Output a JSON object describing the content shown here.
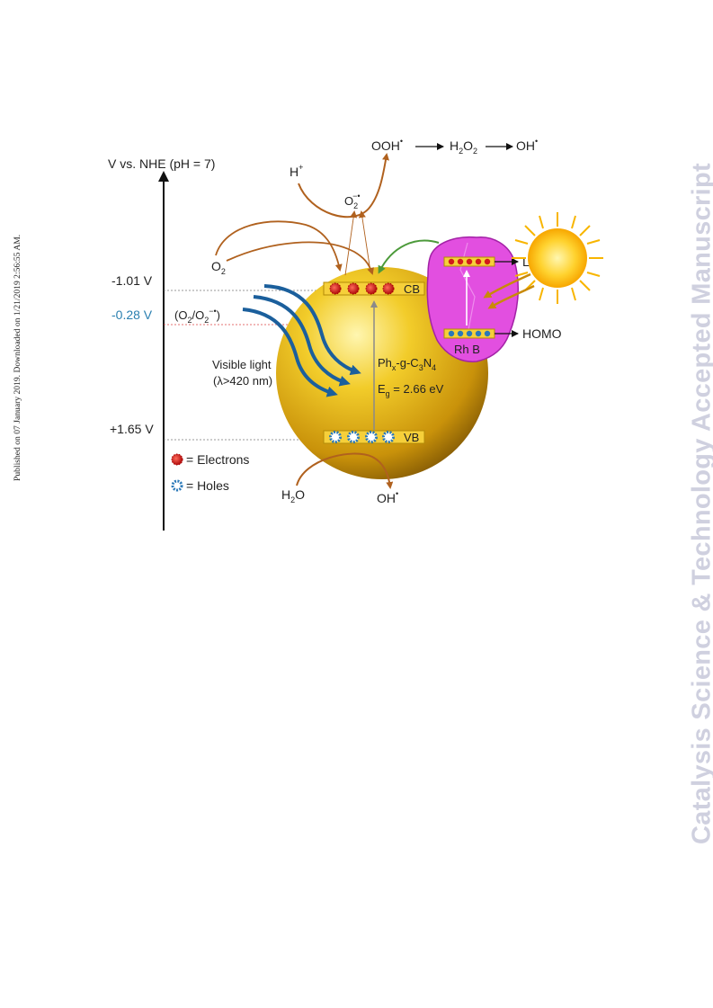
{
  "side_note": "Published on 07 January 2019. Downloaded on 1/21/2019 2:56:55 AM.",
  "watermark": "Catalysis Science & Technology Accepted Manuscript",
  "colors": {
    "sphere": "#e8b81a",
    "dye": "#e24fe0",
    "electron": "#d21a1a",
    "hole": "#2a78b8",
    "arrow_brown": "#b0611e",
    "arrow_blue": "#1b5f9c",
    "potential_blue": "#2a7fb0",
    "watermark": "#cfd0df"
  },
  "diagram": {
    "axis_label": "V vs. NHE (pH = 7)",
    "levels": [
      {
        "label": "-1.01 V"
      },
      {
        "label": "-0.28 V"
      },
      {
        "label": "+1.65 V"
      }
    ],
    "redox_couple": {
      "a": "(O",
      "sub1": "2",
      "b": "/O",
      "sub2": "2",
      "sup": "−•",
      "c": ")"
    },
    "light": {
      "line1": "Visible light",
      "line2": "(λ>420 nm)"
    },
    "cb_label": "CB",
    "vb_label": "VB",
    "catalyst": {
      "a": "Ph",
      "sub1": "x",
      "b": "-g-C",
      "sub2": "3",
      "c": "N",
      "sub3": "4"
    },
    "bandgap": {
      "a": "E",
      "sub": "g",
      "b": " = 2.66 eV"
    },
    "dye": {
      "label": "Rh B",
      "lumo": "LUMO",
      "homo": "HOMO"
    },
    "species": {
      "o2": {
        "a": "O",
        "sub": "2"
      },
      "h_plus": {
        "a": "H",
        "sup": "+"
      },
      "superoxide": {
        "a": "O",
        "sub": "2",
        "sup": "−•"
      },
      "ooh": {
        "a": "OOH",
        "sup": "•"
      },
      "h2o2": {
        "a": "H",
        "sub1": "2",
        "b": "O",
        "sub2": "2"
      },
      "oh_top": {
        "a": "OH",
        "sup": "•"
      },
      "h2o": {
        "a": "H",
        "sub": "2",
        "b": "O"
      },
      "oh_bottom": {
        "a": "OH",
        "sup": "•"
      }
    },
    "legend": [
      {
        "icon": "electron-icon",
        "label": "= Electrons"
      },
      {
        "icon": "hole-icon",
        "label": "= Holes"
      }
    ]
  }
}
